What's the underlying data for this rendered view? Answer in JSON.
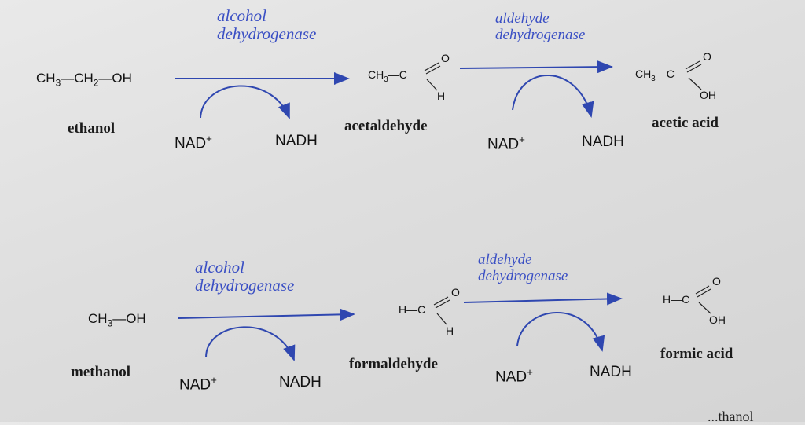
{
  "row1": {
    "reactant": {
      "p1": "CH",
      "s1": "3",
      "p2": "—CH",
      "s2": "2",
      "p3": "—OH"
    },
    "reactant_name": "ethanol",
    "enzyme1": {
      "line1": "alcohol",
      "line2": "dehydrogenase"
    },
    "cofactor_in_1": {
      "base": "NAD",
      "sup": "+"
    },
    "cofactor_out_1": "NADH",
    "intermediate": {
      "ch": "CH",
      "sub": "3",
      "dash": "—C",
      "o": "O",
      "h": "H"
    },
    "intermediate_name": "acetaldehyde",
    "enzyme2": {
      "line1": "aldehyde",
      "line2": "dehydrogenase"
    },
    "cofactor_in_2": {
      "base": "NAD",
      "sup": "+"
    },
    "cofactor_out_2": "NADH",
    "product": {
      "ch": "CH",
      "sub": "3",
      "dash": "—C",
      "o": "O",
      "oh": "OH"
    },
    "product_name": "acetic acid"
  },
  "row2": {
    "reactant": {
      "p1": "CH",
      "s1": "3",
      "p2": "—OH"
    },
    "reactant_name": "methanol",
    "enzyme1": {
      "line1": "alcohol",
      "line2": "dehydrogenase"
    },
    "cofactor_in_1": {
      "base": "NAD",
      "sup": "+"
    },
    "cofactor_out_1": "NADH",
    "intermediate": {
      "hc": "H—C",
      "o": "O",
      "h": "H"
    },
    "intermediate_name": "formaldehyde",
    "enzyme2": {
      "line1": "aldehyde",
      "line2": "dehydrogenase"
    },
    "cofactor_in_2": {
      "base": "NAD",
      "sup": "+"
    },
    "cofactor_out_2": "NADH",
    "product": {
      "hc": "H—C",
      "o": "O",
      "oh": "OH"
    },
    "product_name": "formic acid"
  },
  "footer_partial": "...thanol",
  "colors": {
    "arrow": "#2f47b0",
    "enzyme_text": "#3a4fc4",
    "text": "#111111"
  }
}
